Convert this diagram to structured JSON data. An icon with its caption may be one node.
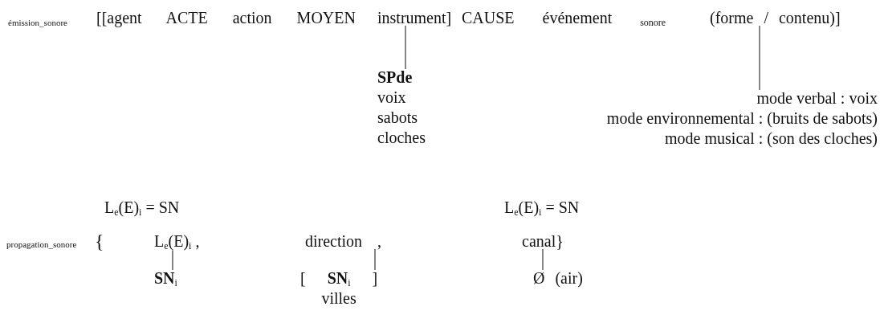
{
  "diagram": {
    "nodes": [
      {
        "text": [
          "instrument]"
        ]
      },
      {
        "text": [
          "(forme / contenu)]"
        ]
      },
      {
        "text": [
          "SPde",
          "voix",
          "sabots",
          "cloches"
        ]
      },
      {
        "text": [
          "mode verbal : voix",
          "mode environnemental : (bruits de sabots)",
          "mode musical : (son des cloches)"
        ]
      },
      {
        "text": [
          "L$_{e}$(E)$_{i}$ ,"
        ]
      },
      {
        "text": [
          "**SN**$_{i}$"
        ]
      },
      {
        "text": [
          "direction ,"
        ]
      },
      {
        "text": [
          "[ **SN**$_{i}$ ]",
          "villes"
        ]
      },
      {
        "text": [
          "canal}"
        ]
      },
      {
        "text": [
          "Ø (air)"
        ]
      }
    ],
    "edges": [
      {
        "from": 0,
        "to": 2,
        "arrow": "none"
      },
      {
        "from": 1,
        "to": 3,
        "arrow": "none"
      },
      {
        "from": 4,
        "to": 5,
        "arrow": "none"
      },
      {
        "from": 6,
        "to": 7,
        "arrow": "none"
      },
      {
        "from": 8,
        "to": 9,
        "arrow": "none"
      }
    ],
    "labels": [
      "émission_sonore",
      "[[agent ACTE action MOYEN",
      "CAUSE événement $_{sonore}$",
      "L$_{e}$(E)$_{i}$ = SN",
      "L$_{e}$(E)$_{i}$ = SN",
      "propagation_sonore",
      "{"
    ]
  }
}
